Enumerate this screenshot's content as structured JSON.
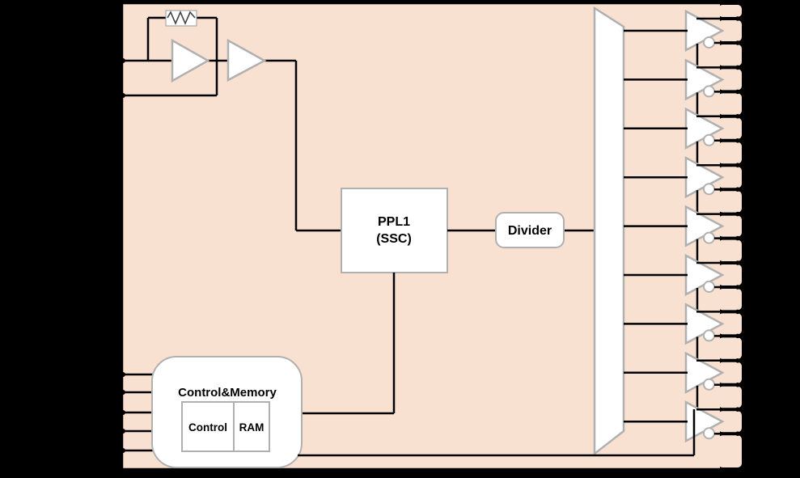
{
  "colors": {
    "background": "#000000",
    "chip_fill": "#f9e1d1",
    "block_fill": "#ffffff",
    "block_border": "#b0b0b0",
    "wire": "#000000",
    "resistor_zigzag": "#444444"
  },
  "blocks": {
    "pll": {
      "line1": "PPL1",
      "line2": "(SSC)"
    },
    "divider": {
      "label": "Divider"
    },
    "control_memory": {
      "title": "Control&Memory",
      "sub_blocks": [
        {
          "label": "Control"
        },
        {
          "label": "RAM"
        }
      ]
    }
  },
  "icons": {
    "oscillator_amplifier": "triangle-amplifier-icon",
    "feedback_resistor": "resistor-zigzag-icon",
    "output_mux": "trapezoid-mux-icon",
    "output_buffer": "triangle-buffer-with-inverting-bubble-icon"
  },
  "outputs": {
    "buffer_count": 9,
    "pins_per_buffer": 2
  },
  "inputs": {
    "oscillator_pin_count": 2,
    "control_pin_count": 5
  }
}
